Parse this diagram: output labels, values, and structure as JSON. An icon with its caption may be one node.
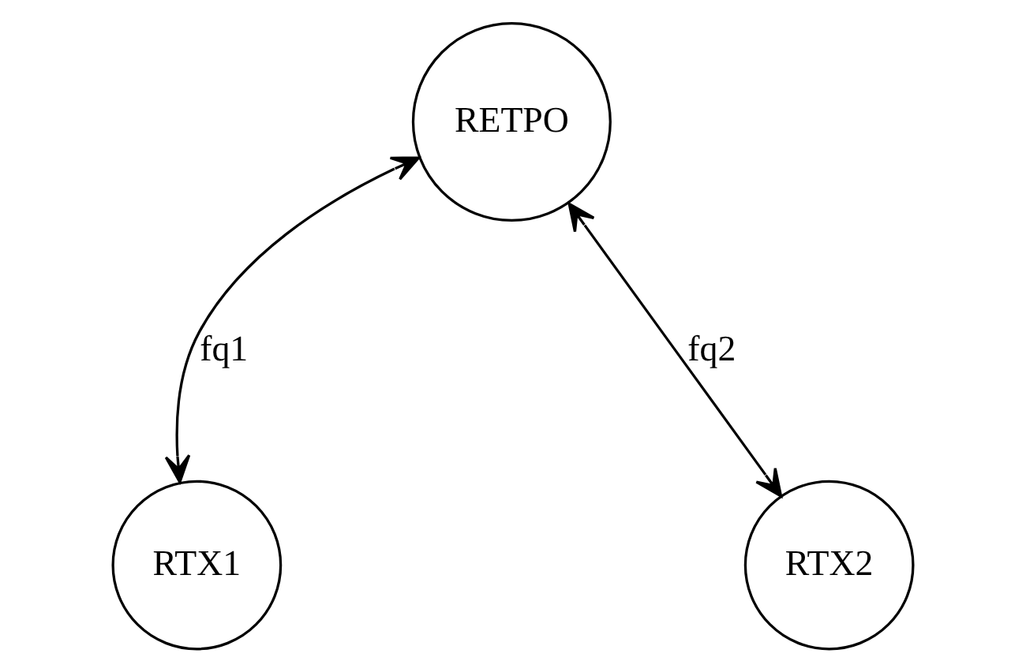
{
  "diagram": {
    "nodes": [
      {
        "text": [
          "RETPO"
        ]
      },
      {
        "text": [
          "RTX1"
        ]
      },
      {
        "text": [
          "RTX2"
        ]
      }
    ],
    "edges": [
      {
        "from": 0,
        "to": 1,
        "arrow": "both",
        "label": "fq1"
      },
      {
        "from": 0,
        "to": 2,
        "arrow": "both",
        "label": "fq2"
      }
    ]
  }
}
